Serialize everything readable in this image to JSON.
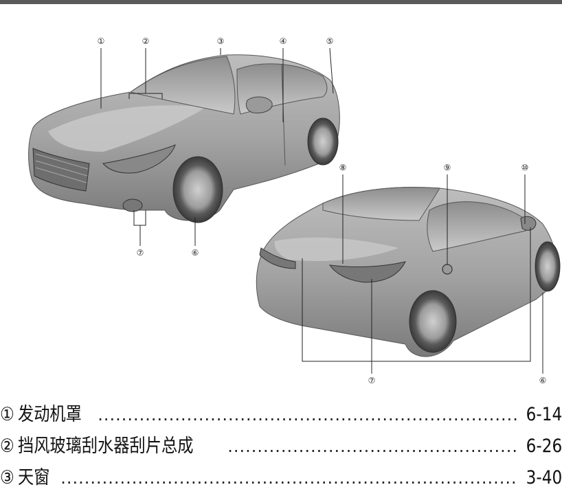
{
  "callouts": {
    "front": [
      "①",
      "②",
      "③",
      "④",
      "⑤",
      "⑥",
      "⑦"
    ],
    "rear": [
      "⑧",
      "⑨",
      "⑩",
      "⑥",
      "⑦"
    ]
  },
  "toc": [
    {
      "num": "①",
      "label": "发动机罩",
      "page": "6-14"
    },
    {
      "num": "②",
      "label": "挡风玻璃刮水器刮片总成",
      "page": "6-26"
    },
    {
      "num": "③",
      "label": "天窗",
      "page": "3-40"
    }
  ]
}
